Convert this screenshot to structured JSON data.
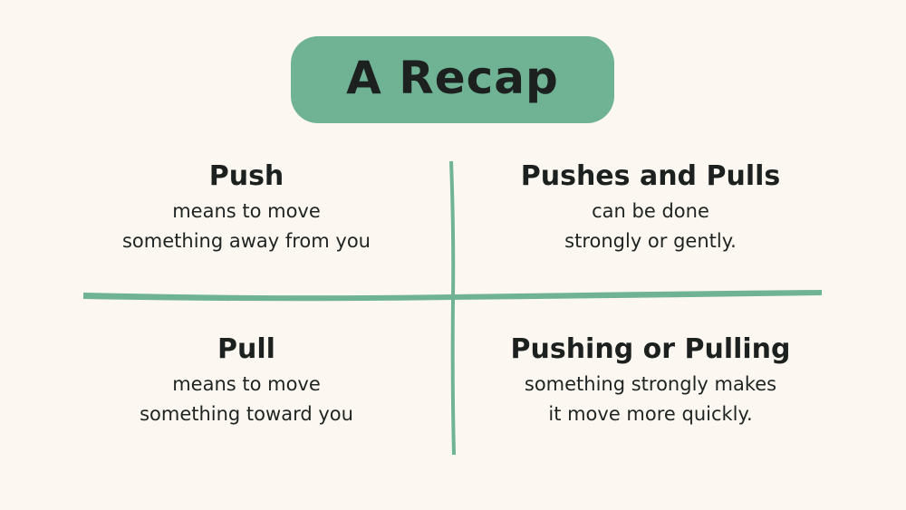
{
  "title": "A Recap",
  "colors": {
    "background": "#fcf8f1",
    "accent": "#6fb394",
    "text": "#1f2322"
  },
  "quadrants": [
    {
      "heading": "Push",
      "line1": "means to move",
      "line2": "something away from you"
    },
    {
      "heading": "Pushes and Pulls",
      "line1": "can be done",
      "line2": "strongly or gently."
    },
    {
      "heading": "Pull",
      "line1": "means to move",
      "line2": "something toward you"
    },
    {
      "heading": "Pushing or Pulling",
      "line1": "something strongly makes",
      "line2": "it move more quickly."
    }
  ]
}
